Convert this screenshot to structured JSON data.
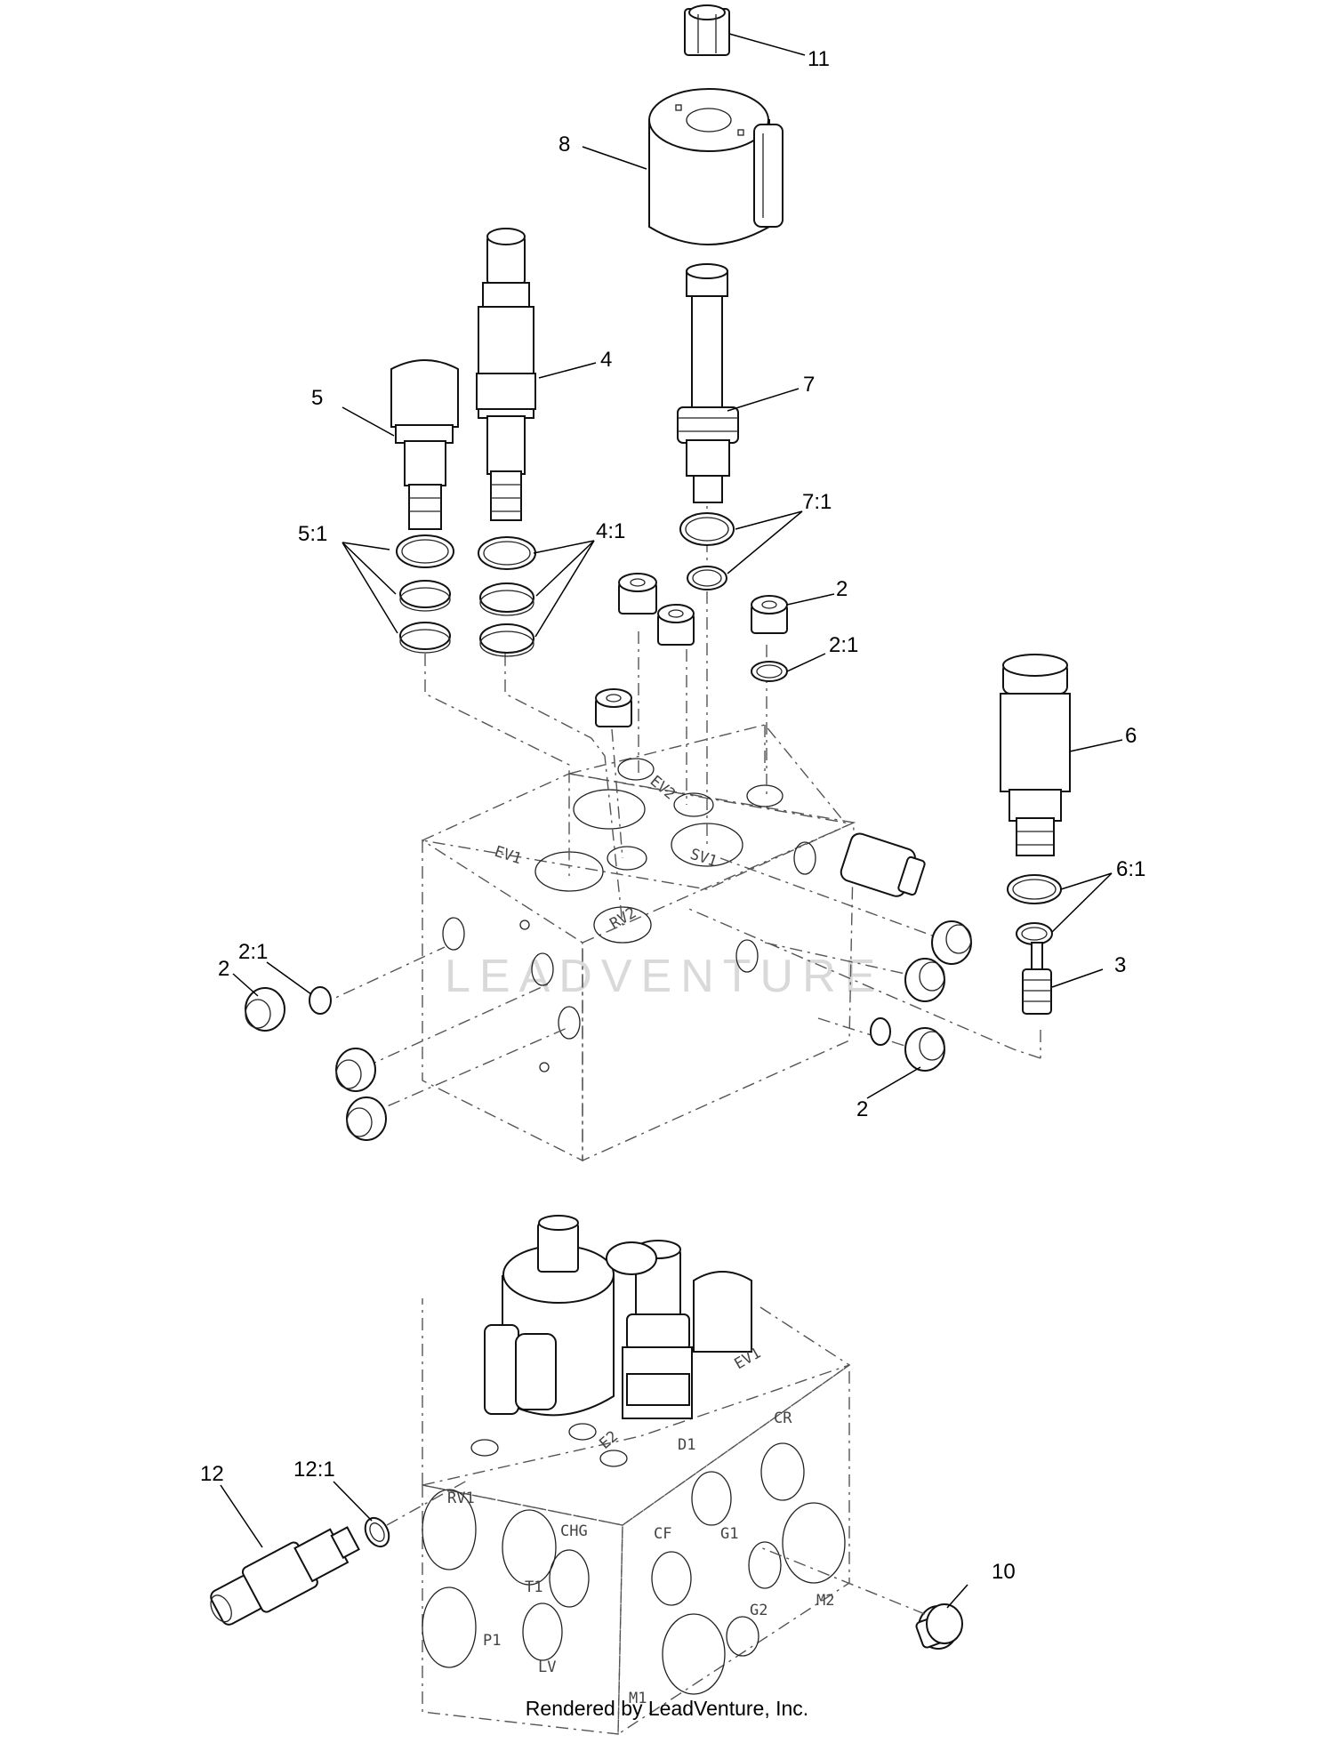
{
  "callouts": {
    "c11": "11",
    "c8": "8",
    "c4": "4",
    "c5": "5",
    "c7": "7",
    "c5_1": "5:1",
    "c4_1": "4:1",
    "c7_1": "7:1",
    "c2_top": "2",
    "c2_1_top": "2:1",
    "c6": "6",
    "c6_1": "6:1",
    "c3": "3",
    "c2_left": "2",
    "c2_1_left": "2:1",
    "c2_bottom": "2",
    "c12": "12",
    "c12_1": "12:1",
    "c10": "10"
  },
  "port_labels_top": [
    "EV1",
    "RV2",
    "SV1",
    "EV2"
  ],
  "port_labels_bottom": [
    "EV1",
    "E2",
    "RV1",
    "CHG",
    "T1",
    "P1",
    "LV",
    "D1",
    "CR",
    "CF",
    "G1",
    "G2",
    "M2",
    "M1"
  ],
  "watermark": "LEADVENTURE",
  "footer": "Rendered by LeadVenture, Inc."
}
